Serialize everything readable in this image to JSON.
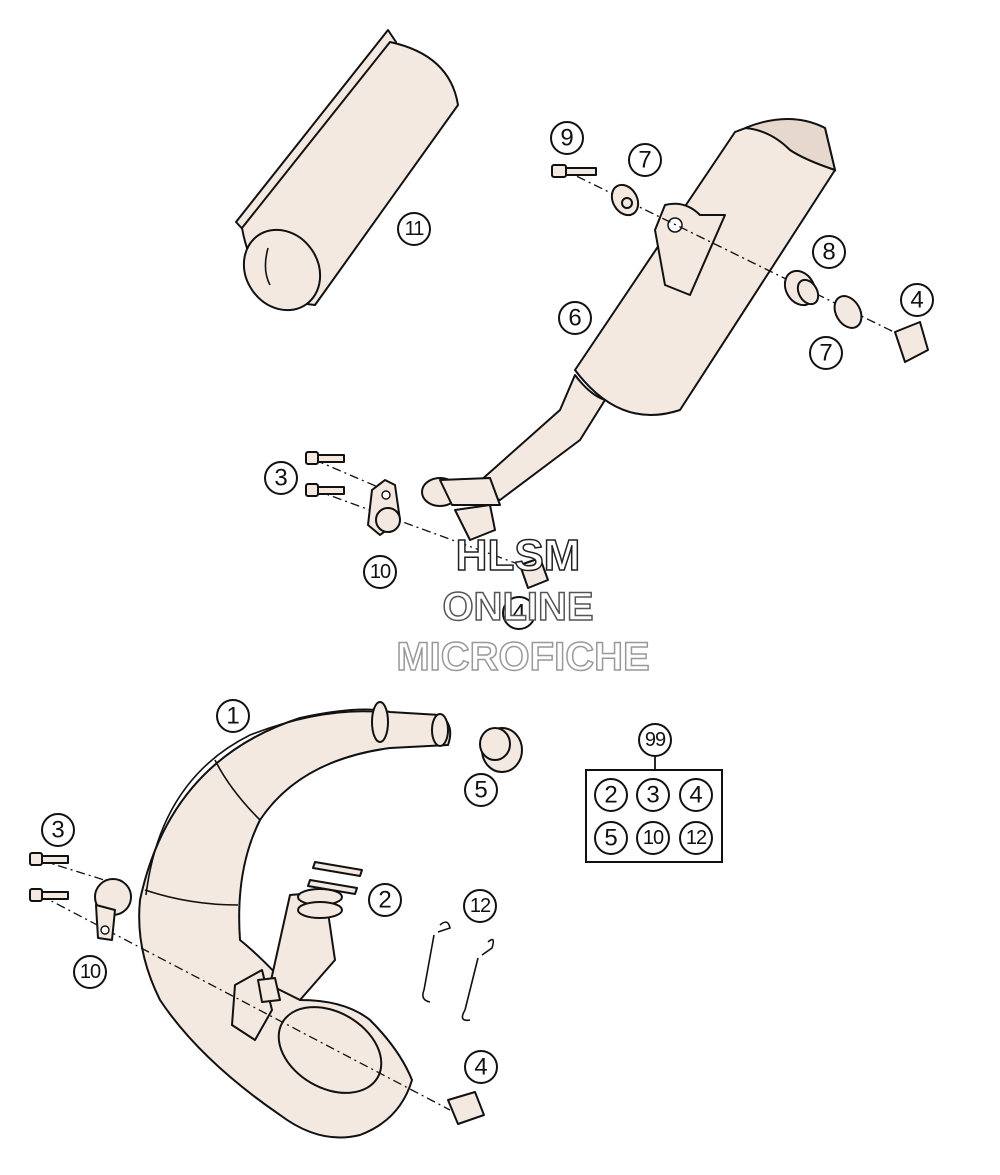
{
  "callouts": {
    "c1": "1",
    "c2": "2",
    "c3a": "3",
    "c3b": "3",
    "c4a": "4",
    "c4b": "4",
    "c4c": "4",
    "c5": "5",
    "c6": "6",
    "c7a": "7",
    "c7b": "7",
    "c8": "8",
    "c9": "9",
    "c10a": "10",
    "c10b": "10",
    "c11": "11",
    "c12": "12"
  },
  "kit": {
    "label": "99",
    "items": [
      "2",
      "3",
      "4",
      "5",
      "10",
      "12"
    ]
  },
  "watermark": {
    "line1": "HLSM",
    "line2": "ONLINE",
    "line3": "MICROFICHE",
    "color1": "#222222",
    "color2": "#555555",
    "color3": "#999999"
  }
}
